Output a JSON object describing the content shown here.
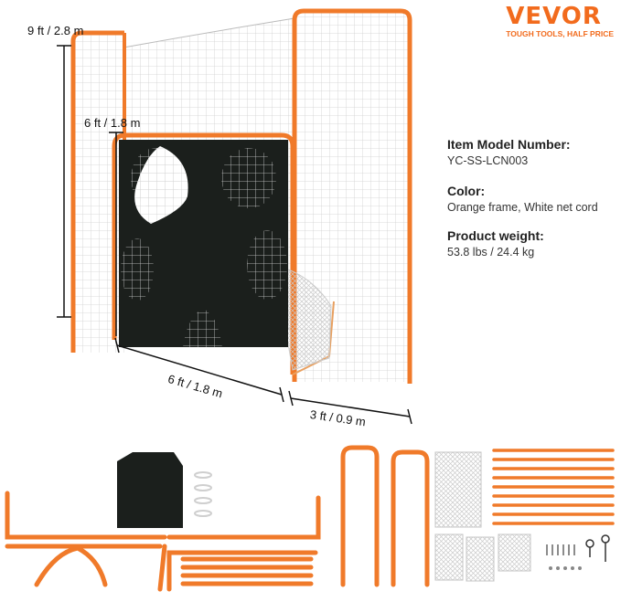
{
  "brand": {
    "name": "VEVOR",
    "tagline": "TOUGH TOOLS, HALF PRICE",
    "color": "#f26b1d"
  },
  "dimensions": {
    "height_total": "9 ft / 2.8 m",
    "height_goal": "6 ft / 1.8 m",
    "width_goal": "6 ft / 1.8 m",
    "depth_side": "3 ft / 0.9 m"
  },
  "specs": [
    {
      "label": "Item Model Number:",
      "value": "YC-SS-LCN003"
    },
    {
      "label": "Color:",
      "value": "Orange frame, White net cord"
    },
    {
      "label": "Product weight:",
      "value": "53.8 lbs / 24.4 kg"
    }
  ],
  "colors": {
    "frame": "#f07a2a",
    "net": "#d8d8d8",
    "target_sheet": "#1b1f1c"
  }
}
